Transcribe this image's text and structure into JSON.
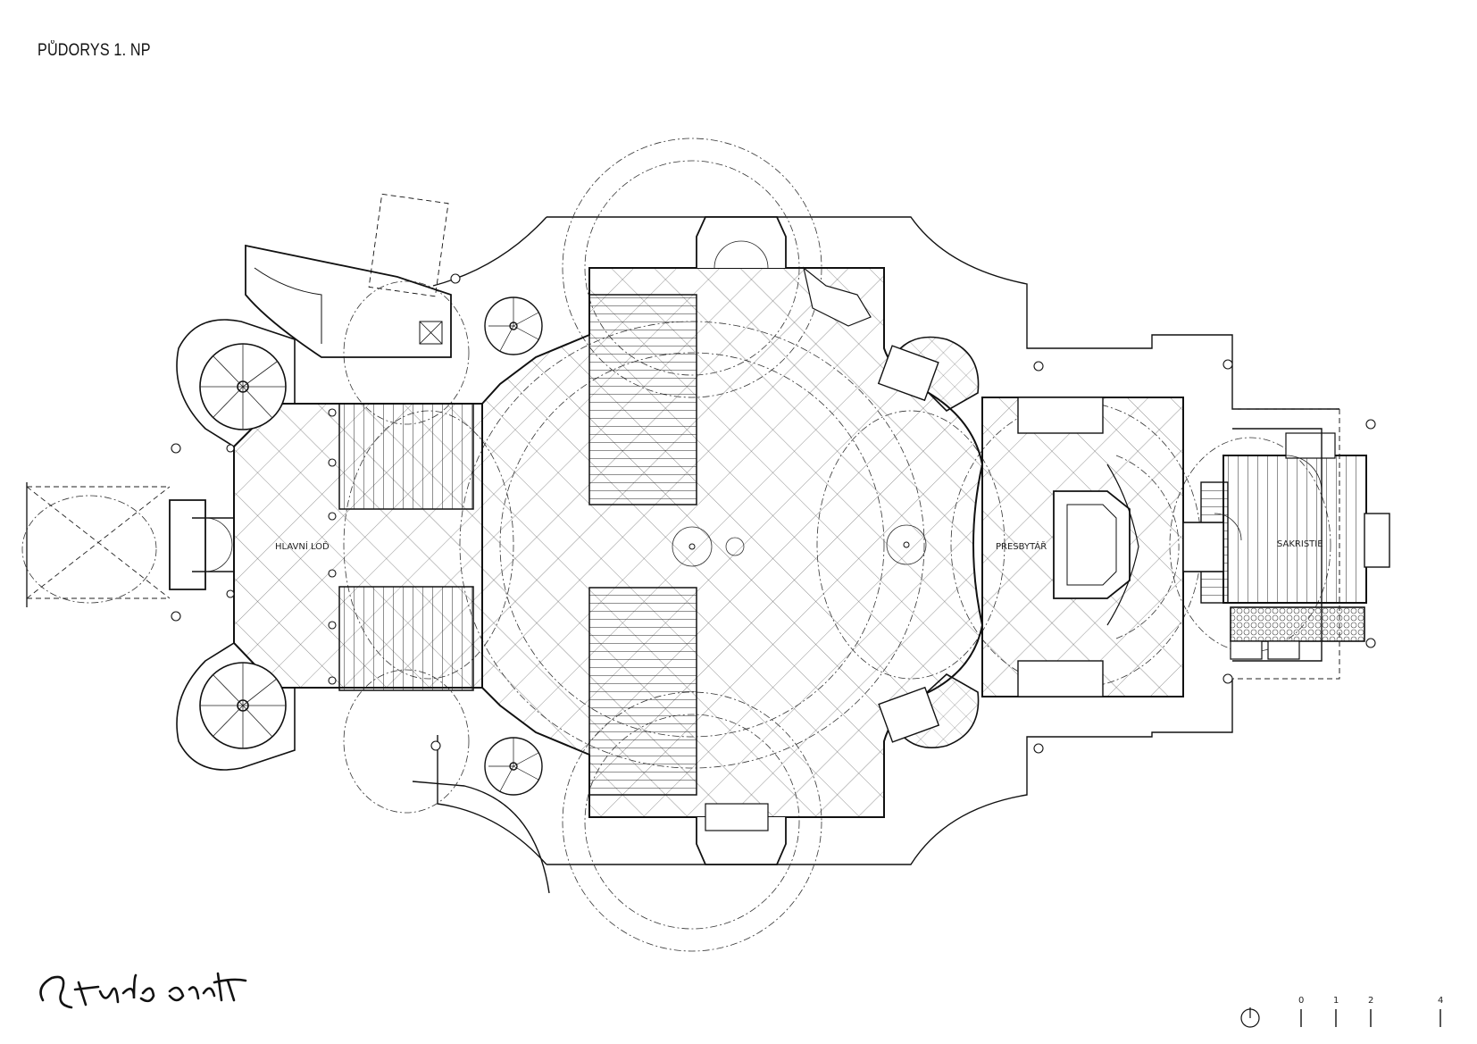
{
  "title": "PŮDORYS 1. NP",
  "rooms": {
    "nave": "HLAVNÍ LOĎ",
    "presbytery": "PRESBYTÁŘ",
    "sacristy": "SAKRISTIE"
  },
  "scale_bar": {
    "ticks": [
      "0",
      "1",
      "2",
      "4"
    ]
  },
  "signature": "Studio acht",
  "colors": {
    "line": "#111111",
    "hatch": "#555555"
  }
}
